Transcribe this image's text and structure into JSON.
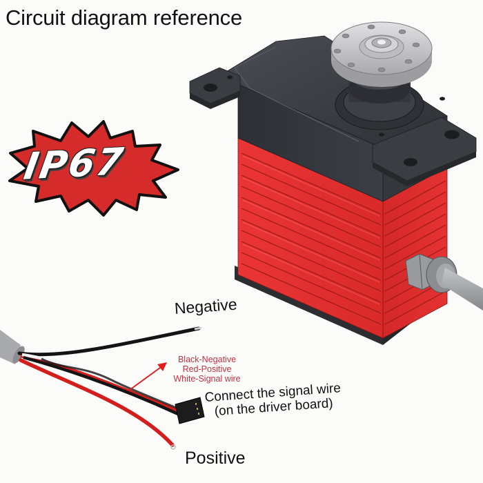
{
  "title": "Circuit diagram reference",
  "badge": {
    "text": "IP67",
    "fill_color": "#d62b2b",
    "outline_color": "#111111"
  },
  "labels": {
    "negative": "Negative",
    "positive": "Positive",
    "connect_line1": "Connect the signal wire",
    "connect_line2": "(on the driver board)"
  },
  "wire_legend": {
    "lines": [
      "Black-Negative",
      "Red-Positive",
      "White-Signal wire"
    ],
    "color": "#c43040"
  },
  "wires": [
    {
      "name": "black",
      "meaning": "Negative",
      "color": "#141414"
    },
    {
      "name": "red",
      "meaning": "Positive",
      "color": "#d41e1e"
    },
    {
      "name": "white",
      "meaning": "Signal",
      "color": "#f4f4f4"
    }
  ],
  "servo": {
    "top_case_color": "#3a3d42",
    "body_color": "#e63232",
    "horn_color": "#c9c9cb",
    "cable_color": "#a8a9ac"
  }
}
